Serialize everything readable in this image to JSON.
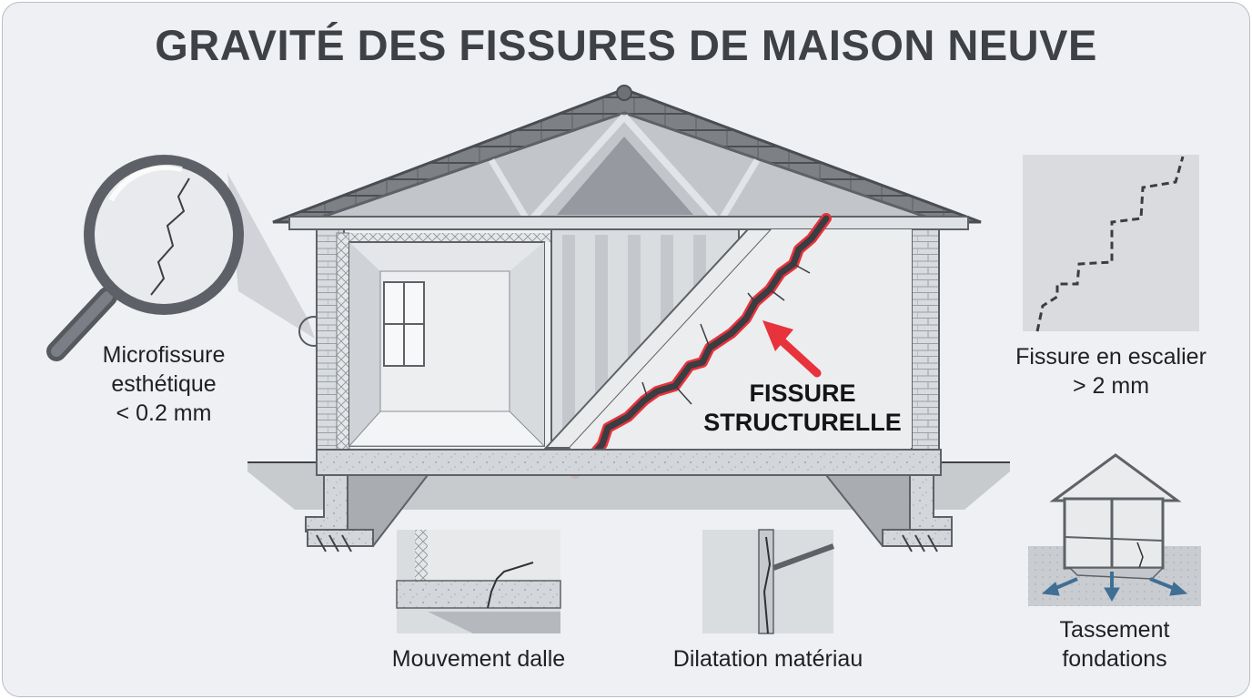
{
  "title": "GRAVITÉ DES FISSURES DE MAISON NEUVE",
  "labels": {
    "micro_line1": "Microfissure",
    "micro_line2": "esthétique",
    "micro_line3": "< 0.2 mm",
    "structural_line1": "FISSURE",
    "structural_line2": "STRUCTURELLE",
    "stair_line1": "Fissure en escalier",
    "stair_line2": "> 2 mm",
    "slab": "Mouvement dalle",
    "dilatation": "Dilatation matériau",
    "settle_line1": "Tassement",
    "settle_line2": "fondations"
  },
  "colors": {
    "accent_red": "#e8323c",
    "arrow_blue": "#3f6f94"
  }
}
